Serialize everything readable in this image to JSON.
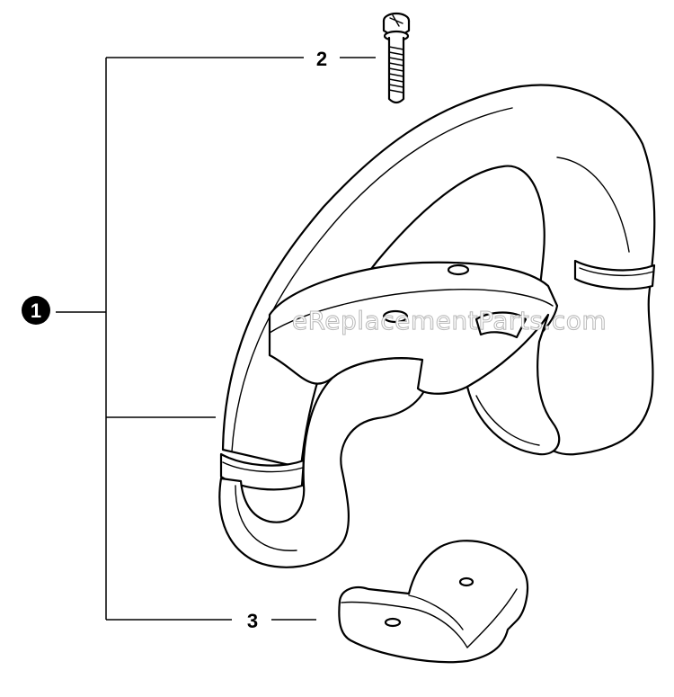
{
  "callouts": {
    "assembly": "1",
    "screw": "2",
    "bracket": "3"
  },
  "watermark": "eReplacementParts.com"
}
